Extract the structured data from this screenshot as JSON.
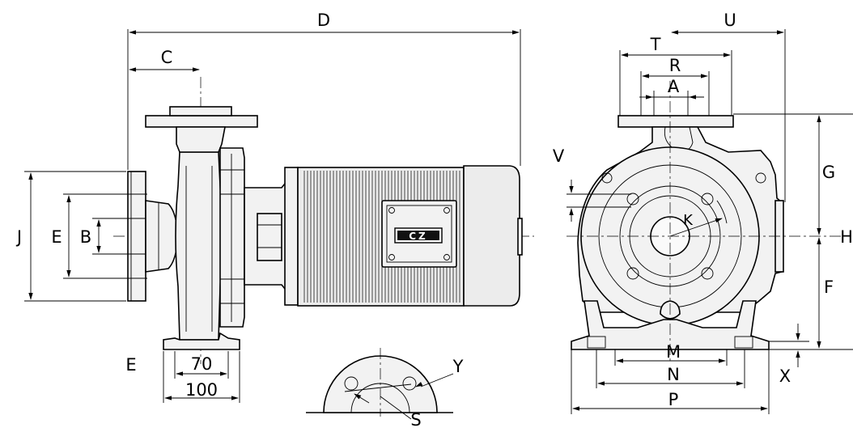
{
  "labels": {
    "A": "A",
    "B": "B",
    "C": "C",
    "D": "D",
    "E_inlet": "E",
    "E_base": "E",
    "F": "F",
    "G": "G",
    "H": "H",
    "J": "J",
    "K": "K",
    "M": "M",
    "N": "N",
    "P": "P",
    "R": "R",
    "S": "S",
    "T": "T",
    "U": "U",
    "V": "V",
    "X": "X",
    "Y": "Y",
    "dim_70": "70",
    "dim_100": "100"
  },
  "nameplate": "CZ"
}
